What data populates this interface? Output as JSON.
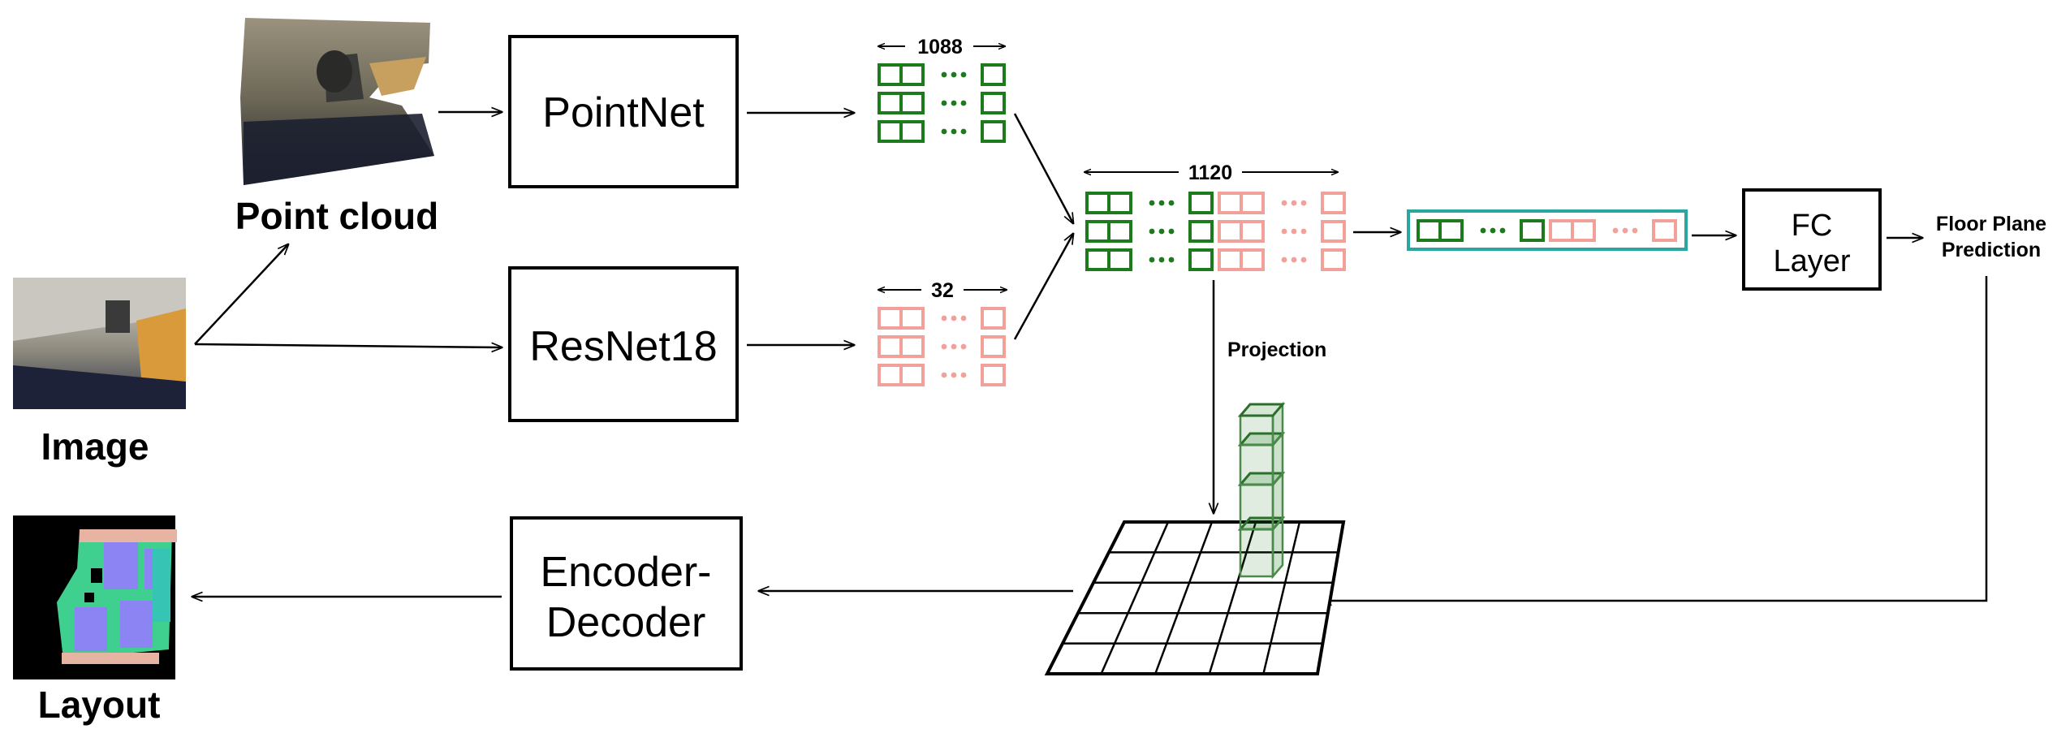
{
  "diagram": {
    "inputs": {
      "point_cloud_label": "Point cloud",
      "image_label": "Image",
      "layout_label": "Layout"
    },
    "modules": {
      "pointnet": "PointNet",
      "resnet": "ResNet18",
      "encoder_decoder_line1": "Encoder-",
      "encoder_decoder_line2": "Decoder",
      "fc_line1": "FC",
      "fc_line2": "Layer"
    },
    "dims": {
      "pointnet_dim": "1088",
      "resnet_dim": "32",
      "concat_dim": "1120"
    },
    "labels": {
      "projection": "Projection",
      "floor_plane_line1": "Floor Plane",
      "floor_plane_line2": "Prediction"
    },
    "colors": {
      "green": "#1d7a1d",
      "pink": "#f2a09a",
      "teal": "#2aa6a0",
      "black": "#000000"
    }
  }
}
